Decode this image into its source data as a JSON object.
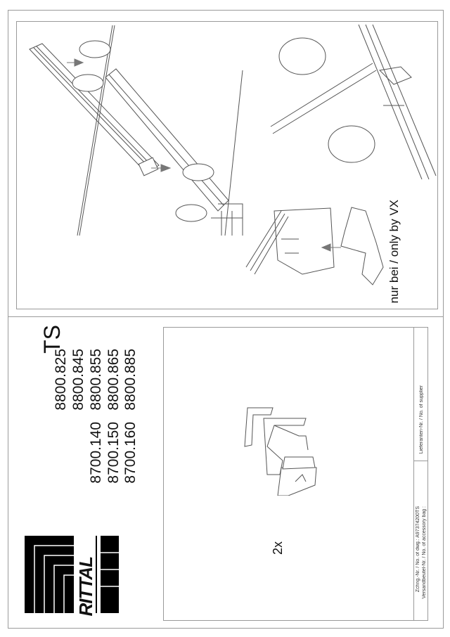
{
  "header": {
    "series": "TS",
    "part_numbers_8800": [
      "8800.825",
      "8800.845",
      "8800.855",
      "8800.865",
      "8800.885"
    ],
    "part_numbers_8700": [
      "8700.140",
      "8700.150",
      "8700.160"
    ]
  },
  "logo": {
    "text": "RITTAL"
  },
  "contents": {
    "quantity": "2x"
  },
  "footer": {
    "drawing_no": "Zchng.-Nr. / No. of dwg.: A97374200TS",
    "accessory_bag": "Versandbeutel-Nr. / No. of accessory bag :",
    "supplier": "Lieferanten-Nr. / No. of supplier"
  },
  "instructions": {
    "note": "nur bei / only by VX"
  }
}
